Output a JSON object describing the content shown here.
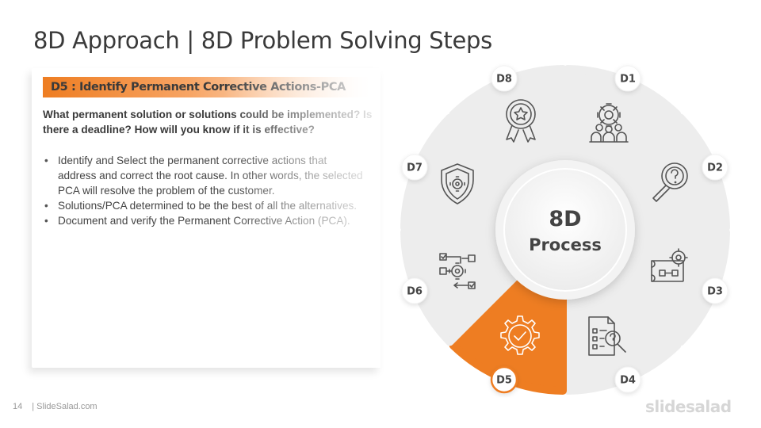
{
  "slide": {
    "title": "8D Approach | 8D Problem Solving Steps",
    "section_tag": "D5 : Identify Permanent Corrective Actions-PCA",
    "question": "What permanent solution or solutions could be implemented? Is there a deadline? How will you know if it is effective?",
    "bullets": [
      "Identify and Select the permanent corrective actions that address and correct the root cause. In other words, the selected PCA will resolve the problem of the customer.",
      "Solutions/PCA determined to be the best of all the alternatives.",
      "Document and verify the Permanent Corrective Action (PCA)."
    ]
  },
  "wheel": {
    "center_line1": "8D",
    "center_line2": "Process",
    "active_step": "D5",
    "accent_color": "#ee7d22",
    "segment_color": "#ededed",
    "steps": [
      {
        "id": "D1",
        "icon": "team-gear-icon"
      },
      {
        "id": "D2",
        "icon": "magnifier-question-icon"
      },
      {
        "id": "D3",
        "icon": "plan-gear-icon"
      },
      {
        "id": "D4",
        "icon": "document-search-icon"
      },
      {
        "id": "D5",
        "icon": "gear-check-icon"
      },
      {
        "id": "D6",
        "icon": "workflow-icon"
      },
      {
        "id": "D7",
        "icon": "shield-gear-icon"
      },
      {
        "id": "D8",
        "icon": "award-medal-icon"
      }
    ]
  },
  "footer": {
    "page_number": "14",
    "site": "| SlideSalad.com",
    "brand": "slidesalad"
  }
}
